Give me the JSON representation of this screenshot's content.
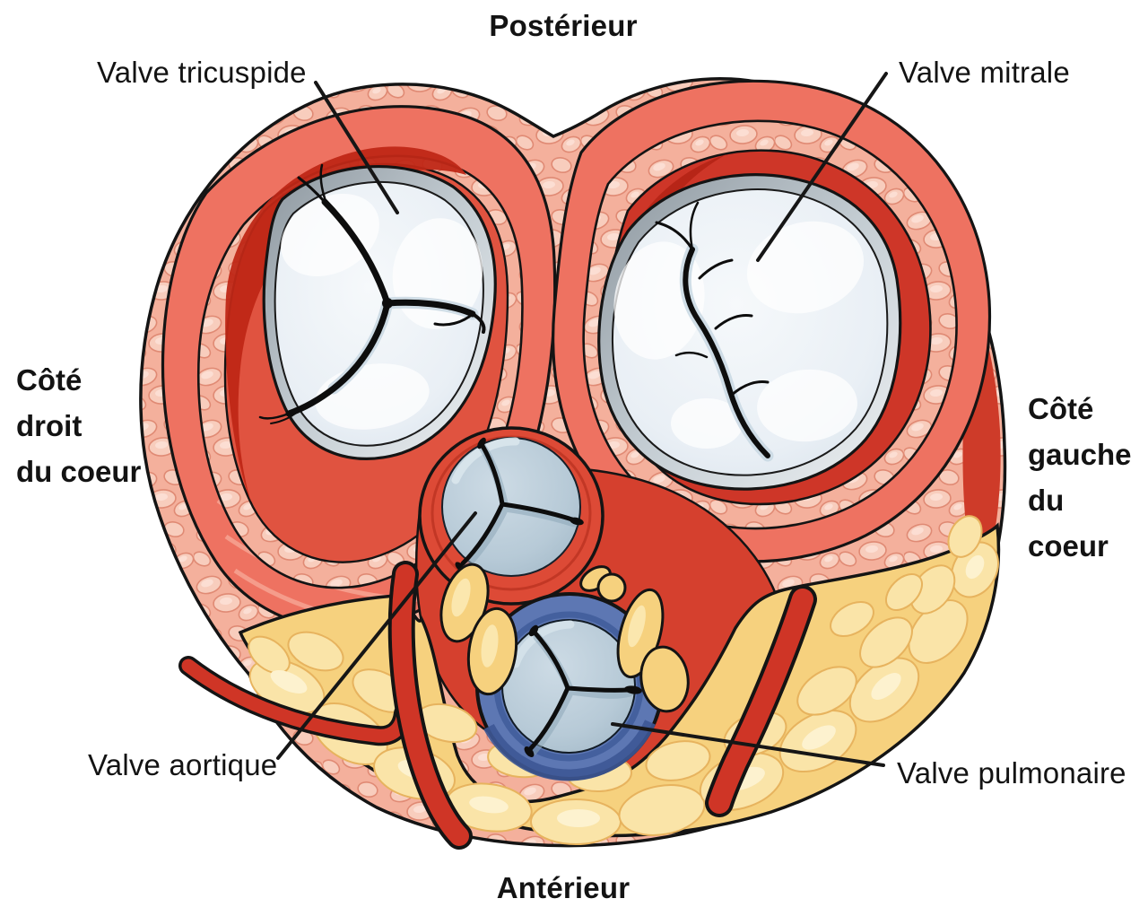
{
  "figure": {
    "orientation": {
      "top": "Postérieur",
      "bottom": "Antérieur"
    },
    "sides": {
      "left": {
        "line1": "Côté",
        "line2": "droit",
        "line3": "du coeur"
      },
      "right": {
        "line1": "Côté",
        "line2": "gauche",
        "line3": "du coeur"
      }
    },
    "valves": {
      "tricuspid": "Valve tricuspide",
      "mitral": "Valve mitrale",
      "aortic": "Valve aortique",
      "pulmonary": "Valve pulmonaire"
    },
    "colors": {
      "muscle_salmon": "#ee7261",
      "ring_red": "#ce3628",
      "deep_red": "#bf2716",
      "center_red": "#d5402e",
      "cobblestone_pink": "#f4b09c",
      "fat_yellow": "#f6d17e",
      "fat_lump": "#fae4a8",
      "pulmonary_ring_blue": "#5d77b3",
      "valve_white": "#ebf1f6",
      "cusp_blue_gray": "#b7cad7",
      "outline": "#141414"
    }
  }
}
